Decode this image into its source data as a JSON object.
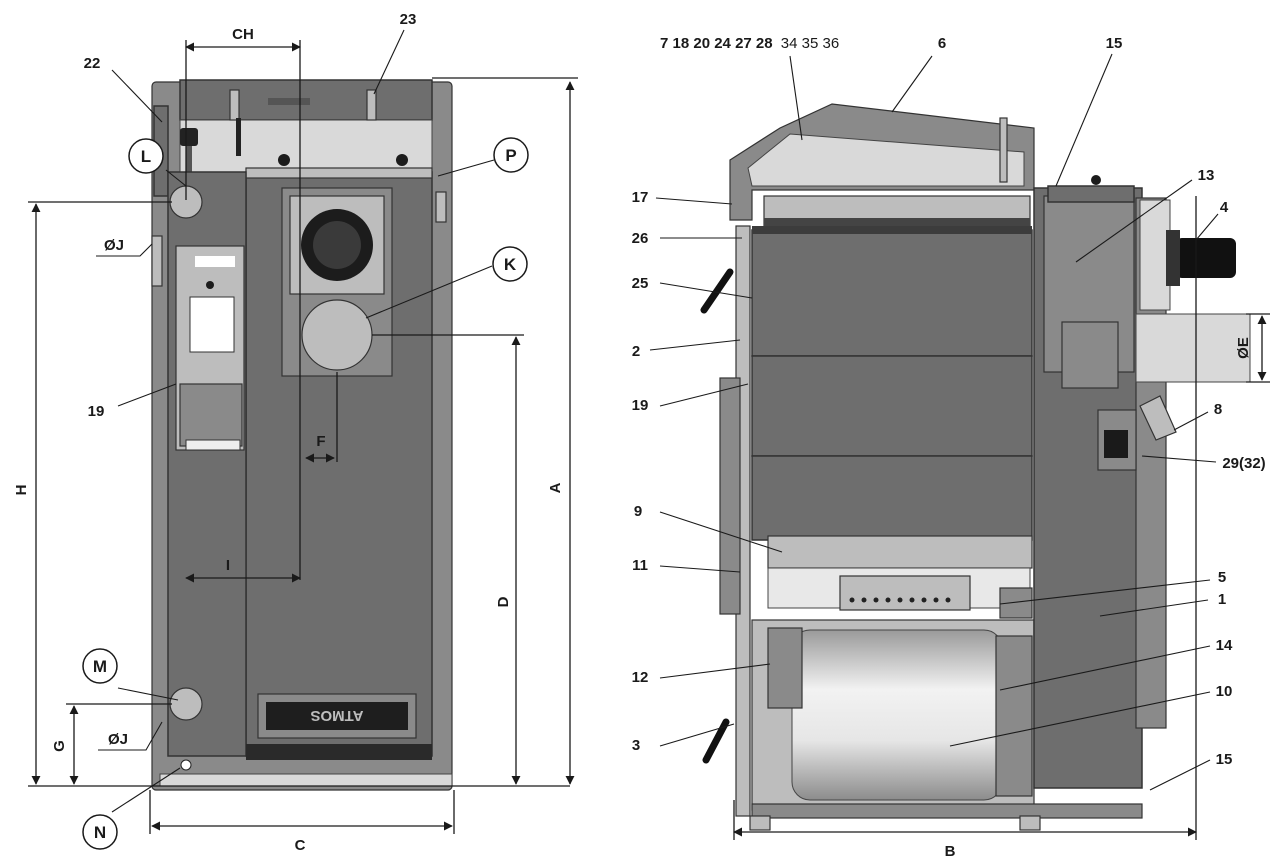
{
  "front_view": {
    "labels": {
      "ch": "CH",
      "n23": "23",
      "n22": "22",
      "L": "L",
      "P": "P",
      "K": "K",
      "J_top": "ØJ",
      "n19": "19",
      "F": "F",
      "H": "H",
      "A": "A",
      "D": "D",
      "I": "I",
      "M": "M",
      "G": "G",
      "J_bottom": "ØJ",
      "N": "N",
      "C": "C",
      "brand_plate": "ATMOS"
    }
  },
  "side_view": {
    "labels": {
      "top_list_bold": "7 18 20 24 27 28",
      "top_list_light": "34 35 36",
      "n6": "6",
      "n15_top": "15",
      "n17": "17",
      "n13": "13",
      "n4": "4",
      "n26": "26",
      "n25": "25",
      "E": "ØE",
      "n2": "2",
      "n19": "19",
      "n8": "8",
      "n29": "29(32)",
      "n9": "9",
      "n11": "11",
      "n5": "5",
      "n1": "1",
      "n14": "14",
      "n12": "12",
      "n10": "10",
      "n3": "3",
      "n15_bottom": "15",
      "B": "B"
    }
  },
  "colors": {
    "body": "#6e6e6e",
    "panel": "#8a8a8a",
    "inner": "#bdbdbd",
    "ink": "#1a1a1a"
  }
}
